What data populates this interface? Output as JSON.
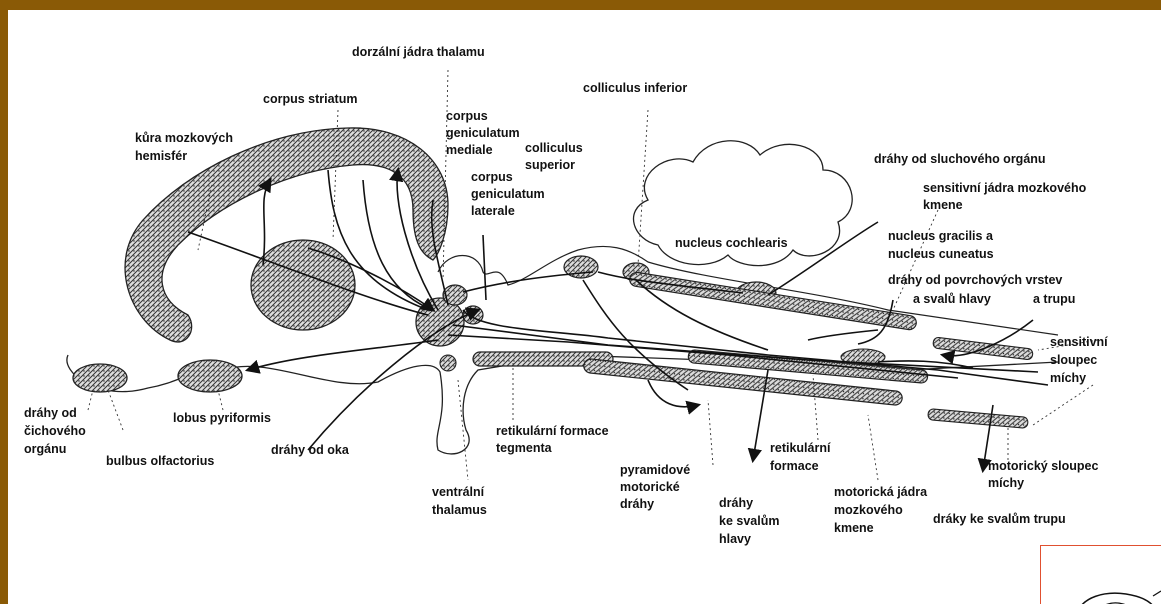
{
  "labels": {
    "dorzalni_jadra": "dorzální jádra thalamu",
    "corpus_striatum": "corpus striatum",
    "colliculus_inferior": "colliculus inferior",
    "kura_1": "kůra mozkových",
    "kura_2": "hemisfér",
    "cgm_1": "corpus",
    "cgm_2": "geniculatum",
    "cgm_3": "mediale",
    "cs_1": "colliculus",
    "cs_2": "superior",
    "cgl_1": "corpus",
    "cgl_2": "geniculatum",
    "cgl_3": "laterale",
    "drahy_sluch": "dráhy od sluchového orgánu",
    "sens_jadra_1": "sensitivní jádra mozkového",
    "sens_jadra_2": "kmene",
    "nucleus_cochlearis": "nucleus cochlearis",
    "gracilis_1": "nucleus gracilis a",
    "gracilis_2": "nucleus cuneatus",
    "povrch_1": "dráhy od povrchových vrstev",
    "povrch_2": "a svalů hlavy",
    "povrch_3": "a trupu",
    "sens_sloupec_1": "sensitivní",
    "sens_sloupec_2": "sloupec",
    "sens_sloupec_3": "míchy",
    "cich_1": "dráhy od",
    "cich_2": "čichového",
    "cich_3": "orgánu",
    "lobus_pyriformis": "lobus pyriformis",
    "bulbus_olfactorius": "bulbus olfactorius",
    "drahy_oka": "dráhy od oka",
    "ret_tegmenta_1": "retikulární formace",
    "ret_tegmenta_2": "tegmenta",
    "ventralni_1": "ventrální",
    "ventralni_2": "thalamus",
    "pyramid_1": "pyramidové",
    "pyramid_2": "motorické",
    "pyramid_3": "dráhy",
    "hlava_1": "dráhy",
    "hlava_2": "ke svalům",
    "hlava_3": "hlavy",
    "ret_formace_1": "retikulární",
    "ret_formace_2": "formace",
    "mot_jadra_1": "motorická jádra",
    "mot_jadra_2": "mozkového",
    "mot_jadra_3": "kmene",
    "mot_sloupec_1": "motorický sloupec",
    "mot_sloupec_2": "míchy",
    "trup": "dráky ke svalům trupu"
  },
  "colors": {
    "background_border": "#8a5a06",
    "canvas": "#ffffff",
    "thumbnail_border": "#e05030"
  }
}
